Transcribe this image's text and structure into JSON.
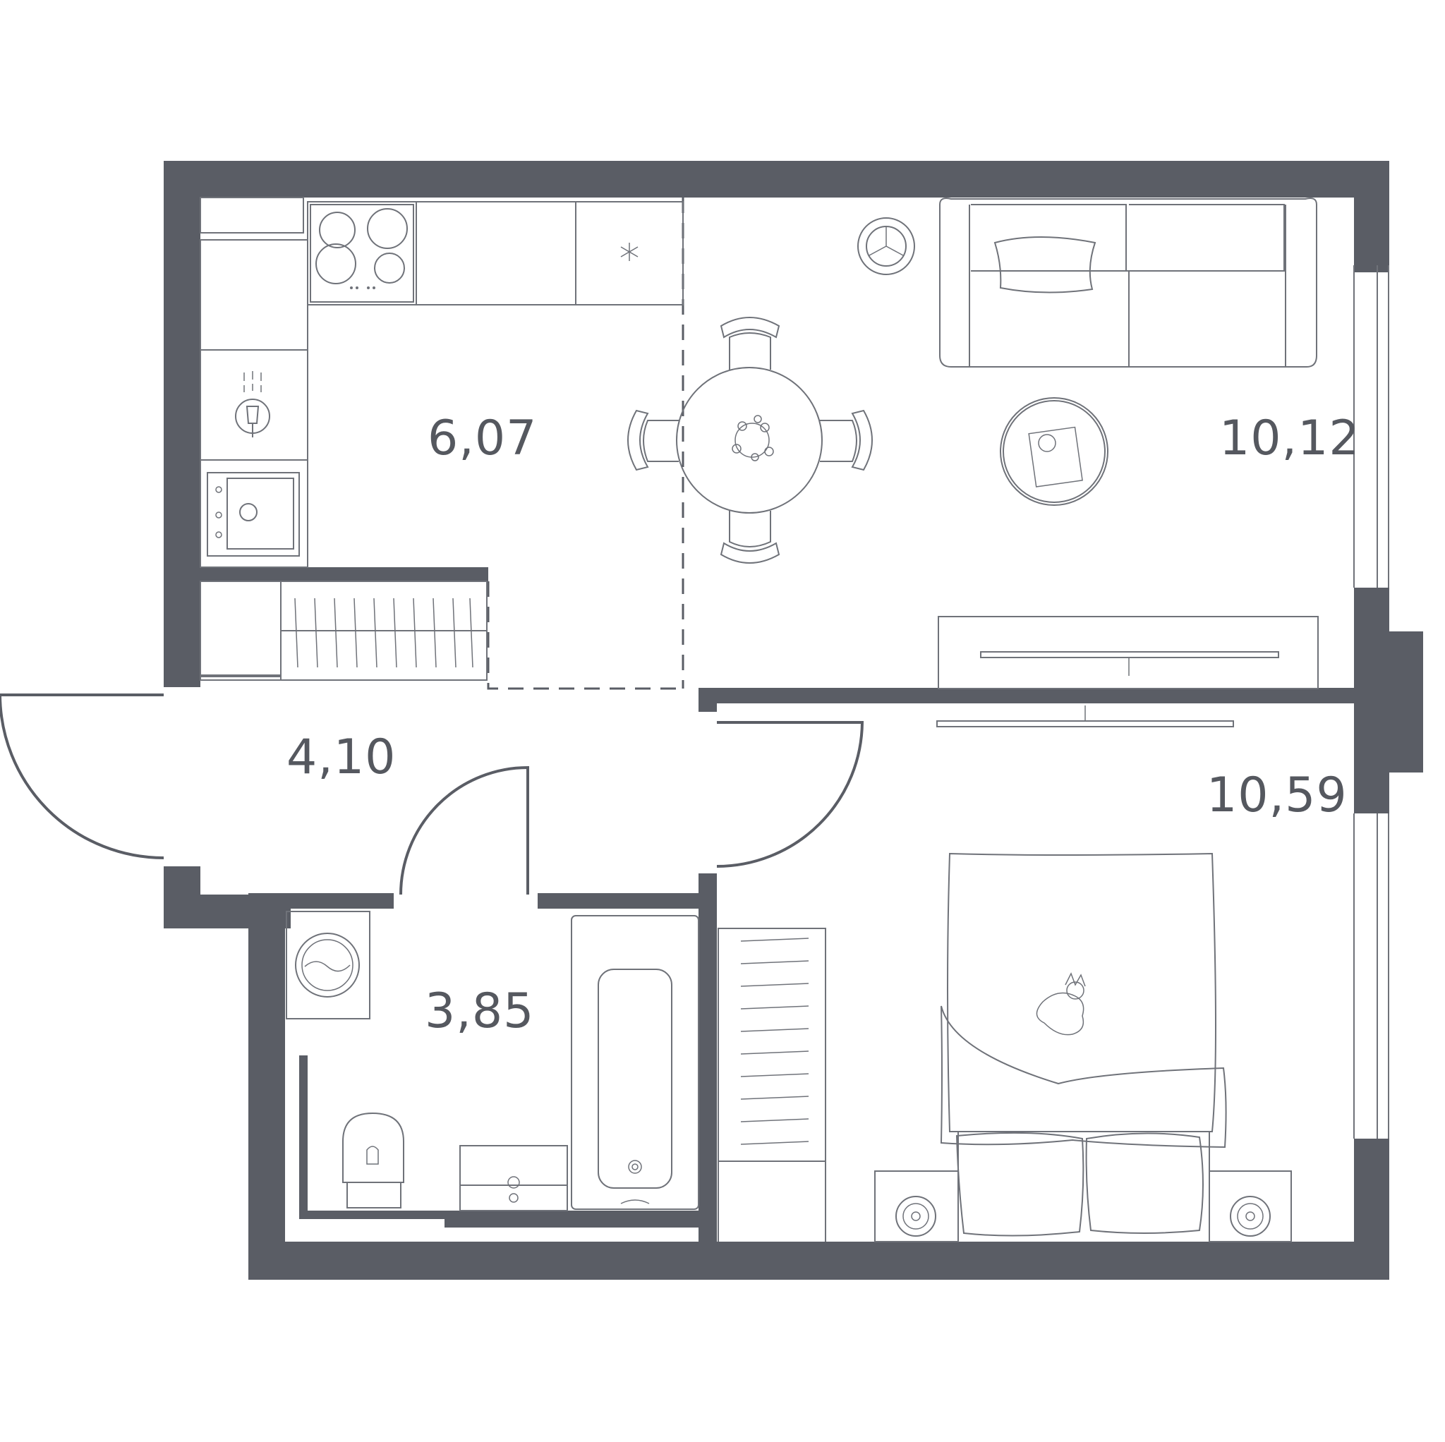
{
  "colors": {
    "wall": "#5a5d65",
    "line": "#6f7279",
    "label": "#55585f",
    "background": "#ffffff"
  },
  "rooms": [
    {
      "id": "kitchen",
      "area": "6,07"
    },
    {
      "id": "living",
      "area": "10,12"
    },
    {
      "id": "hallway",
      "area": "4,10"
    },
    {
      "id": "bedroom",
      "area": "10,59"
    },
    {
      "id": "bathroom",
      "area": "3,85"
    }
  ],
  "icons": {
    "stove": "stove-icon",
    "fridge": "snowflake-icon",
    "sink": "kitchen-sink-icon",
    "faucet": "faucet-icon",
    "plant": "plant-icon",
    "clock": "clock-icon",
    "tv": "tv-icon",
    "cat": "cat-icon",
    "washer": "washing-machine-icon",
    "toilet": "toilet-icon",
    "bathtub": "bathtub-icon",
    "lamp": "lamp-icon"
  }
}
